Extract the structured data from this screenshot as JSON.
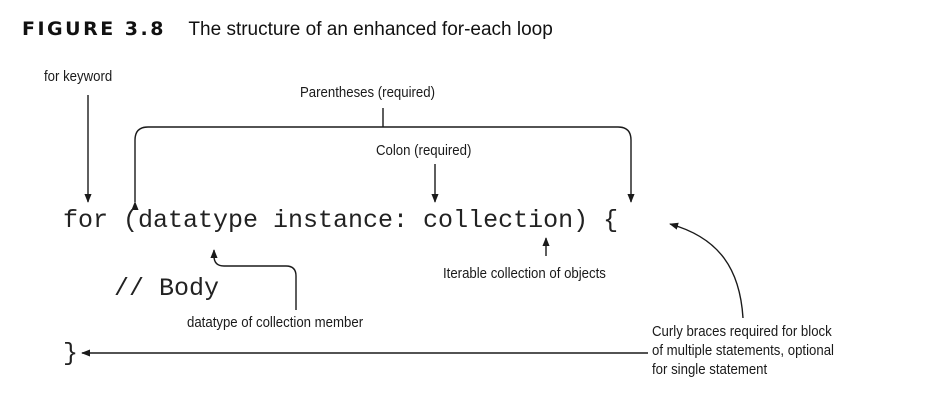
{
  "figure": {
    "label": "FIGURE 3.8",
    "title": "The structure of an enhanced for-each loop"
  },
  "code": {
    "line1": "for (datatype instance: collection) {",
    "line2": "// Body",
    "line3": "}"
  },
  "annotations": {
    "for_keyword": "for keyword",
    "parentheses": "Parentheses (required)",
    "colon": "Colon (required)",
    "iterable": "Iterable collection of objects",
    "datatype": "datatype of collection member",
    "curly_braces": [
      "Curly braces required for block",
      "of multiple statements, optional",
      "for single statement"
    ]
  }
}
